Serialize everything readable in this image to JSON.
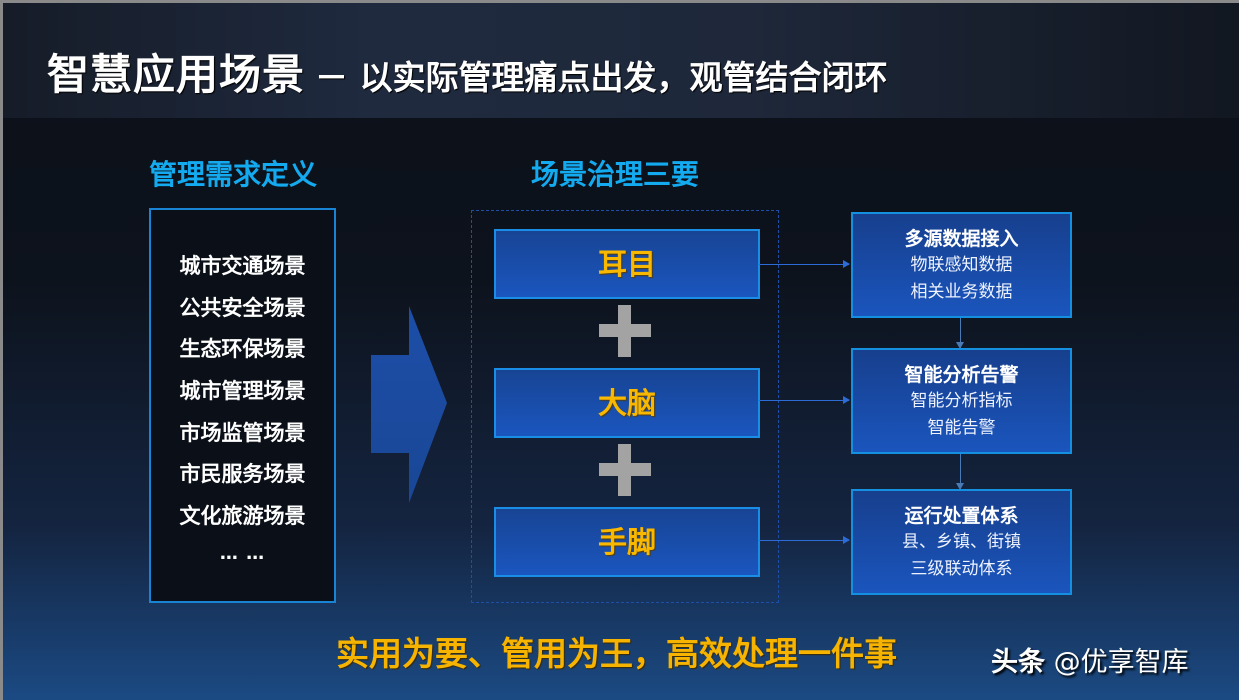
{
  "header": {
    "title_main": "智慧应用场景",
    "title_sub": "－ 以实际管理痛点出发，观管结合闭环"
  },
  "left": {
    "title": "管理需求定义",
    "items": [
      "城市交通场景",
      "公共安全场景",
      "生态环保场景",
      "城市管理场景",
      "市场监管场景",
      "市民服务场景",
      "文化旅游场景"
    ],
    "ellipsis": "… …"
  },
  "middle": {
    "title": "场景治理三要",
    "pillars": [
      "耳目",
      "大脑",
      "手脚"
    ]
  },
  "right": {
    "boxes": [
      {
        "heading": "多源数据接入",
        "lines": [
          "物联感知数据",
          "相关业务数据"
        ]
      },
      {
        "heading": "智能分析告警",
        "lines": [
          "智能分析指标",
          "智能告警"
        ]
      },
      {
        "heading": "运行处置体系",
        "lines": [
          "县、乡镇、街镇",
          "三级联动体系"
        ]
      }
    ]
  },
  "footer": {
    "slogan": "实用为要、管用为王，高效处理一件事",
    "watermark_brand": "头条",
    "watermark_handle": "@优享智库"
  },
  "colors": {
    "accent_cyan": "#14aaf0",
    "pillar_text": "#f9b800",
    "box_blue": "#1a56bf",
    "slogan": "#f6b400"
  }
}
